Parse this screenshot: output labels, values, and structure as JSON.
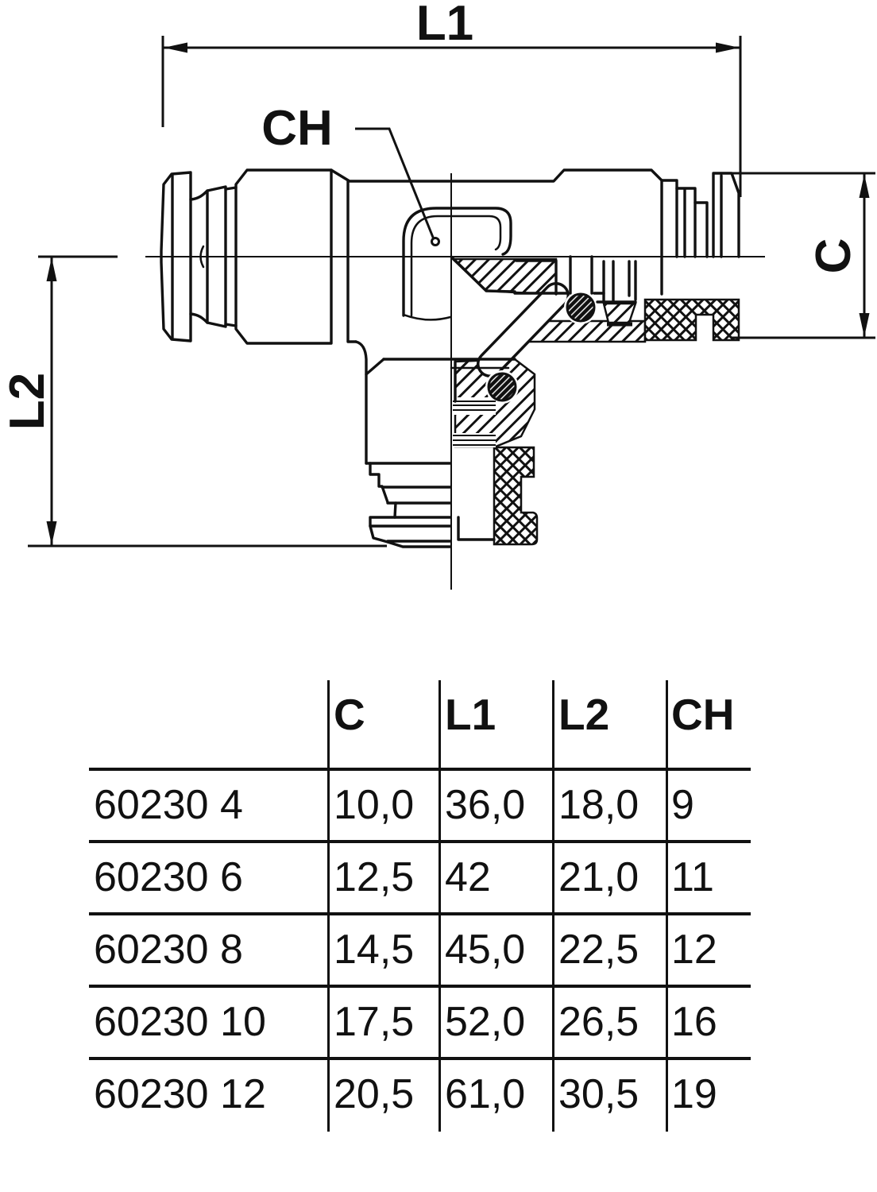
{
  "drawing": {
    "labels": {
      "l1": "L1",
      "ch": "CH",
      "c": "C",
      "l2": "L2"
    }
  },
  "table": {
    "headers": {
      "part": "",
      "c": "C",
      "l1": "L1",
      "l2": "L2",
      "ch": "CH"
    },
    "rows": [
      {
        "part": "60230 4",
        "c": "10,0",
        "l1": "36,0",
        "l2": "18,0",
        "ch": "9"
      },
      {
        "part": "60230 6",
        "c": "12,5",
        "l1": "42",
        "l2": "21,0",
        "ch": "11"
      },
      {
        "part": "60230 8",
        "c": "14,5",
        "l1": "45,0",
        "l2": "22,5",
        "ch": "12"
      },
      {
        "part": "60230 10",
        "c": "17,5",
        "l1": "52,0",
        "l2": "26,5",
        "ch": "16"
      },
      {
        "part": "60230 12",
        "c": "20,5",
        "l1": "61,0",
        "l2": "30,5",
        "ch": "19"
      }
    ]
  },
  "colors": {
    "ink": "#111111",
    "background": "#ffffff"
  }
}
